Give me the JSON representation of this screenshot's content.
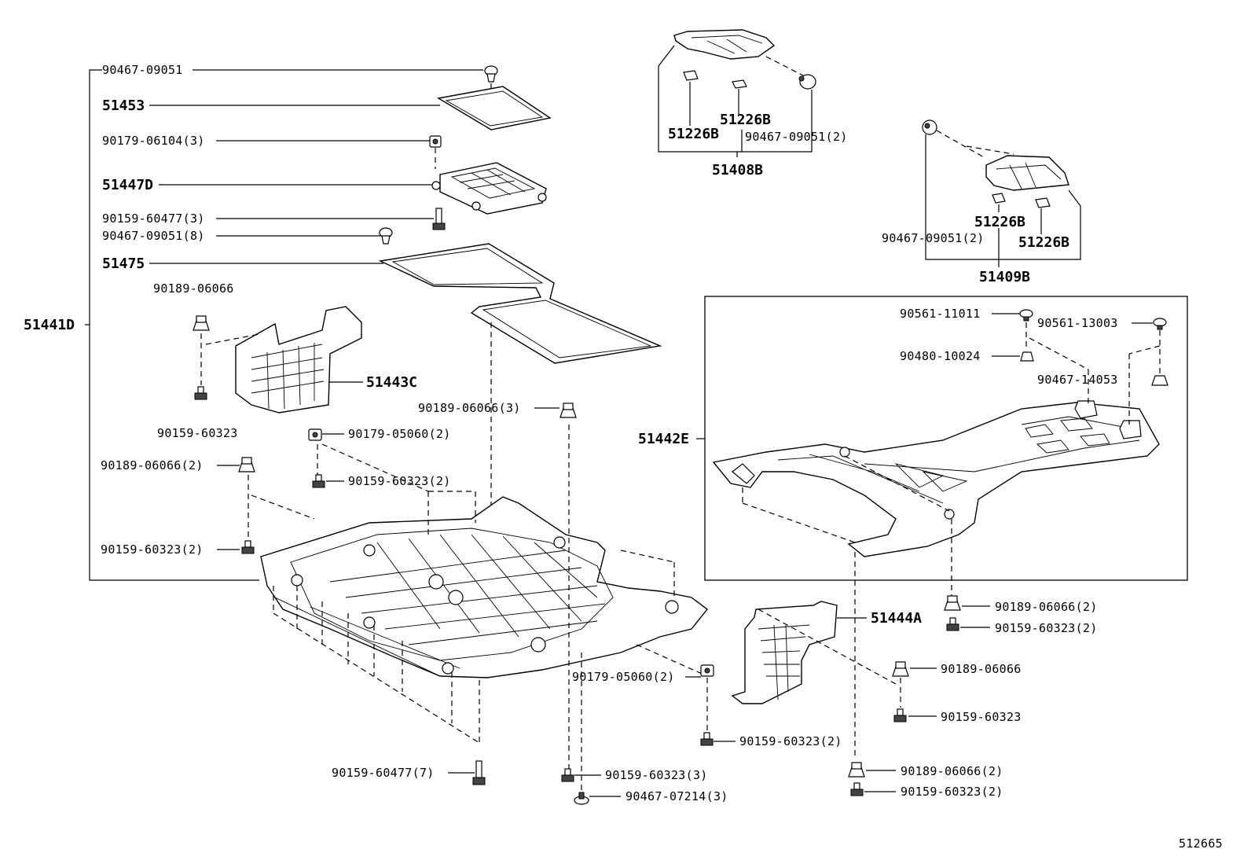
{
  "diagram_id": "512665",
  "group_labels": {
    "main_assembly": "51441D",
    "rear_cover_assembly": "51442E",
    "left_bracket_assembly": "51408B",
    "right_bracket_assembly": "51409B"
  },
  "main_group_parts": [
    {
      "id": "p1",
      "label": "90467-09051"
    },
    {
      "id": "p2",
      "label": "51453"
    },
    {
      "id": "p3",
      "label": "90179-06104(3)"
    },
    {
      "id": "p4",
      "label": "51447D"
    },
    {
      "id": "p5",
      "label": "90159-60477(3)"
    },
    {
      "id": "p6",
      "label": "90467-09051(8)"
    },
    {
      "id": "p7",
      "label": "51475"
    }
  ],
  "callouts": {
    "c_90189_06066_a": "90189-06066",
    "c_51443C": "51443C",
    "c_90159_60323_a": "90159-60323",
    "c_90179_05060_a": "90179-05060(2)",
    "c_90189_06066_b": "90189-06066(2)",
    "c_90159_60323_b": "90159-60323(2)",
    "c_90159_60323_c": "90159-60323(2)",
    "c_90189_06066_c": "90189-06066(3)",
    "c_90179_05060_b": "90179-05060(2)",
    "c_90159_60477": "90159-60477(7)",
    "c_90159_60323_d": "90159-60323(3)",
    "c_90467_07214": "90467-07214(3)",
    "c_90159_60323_e": "90159-60323(2)",
    "c_51444A": "51444A",
    "c_90189_06066_d": "90189-06066",
    "c_90159_60323_f": "90159-60323",
    "c_90189_06066_e": "90189-06066(2)",
    "c_90159_60323_g": "90159-60323(2)",
    "c_90189_06066_f": "90189-06066(2)",
    "c_90159_60323_h": "90159-60323(2)",
    "c_90561_11011": "90561-11011",
    "c_90561_13003": "90561-13003",
    "c_90480_10024": "90480-10024",
    "c_90467_14053": "90467-14053",
    "c_51226B_1": "51226B",
    "c_51226B_2": "51226B",
    "c_90467_09051_2a": "90467-09051(2)",
    "c_51226B_3": "51226B",
    "c_51226B_4": "51226B",
    "c_90467_09051_2b": "90467-09051(2)"
  }
}
